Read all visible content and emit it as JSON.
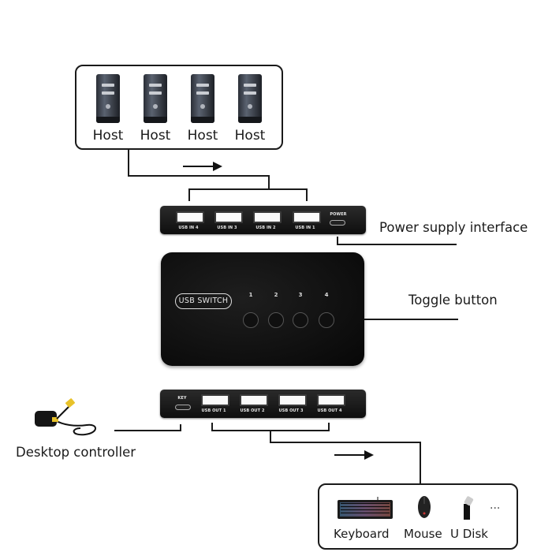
{
  "hosts": {
    "items": [
      {
        "label": "Host",
        "icon": "pc-tower-icon"
      },
      {
        "label": "Host",
        "icon": "pc-tower-icon"
      },
      {
        "label": "Host",
        "icon": "pc-tower-icon"
      },
      {
        "label": "Host",
        "icon": "pc-tower-icon"
      }
    ]
  },
  "input_panel": {
    "ports": [
      "USB IN 4",
      "USB IN 3",
      "USB IN 2",
      "USB IN 1"
    ],
    "power_label": "POWER"
  },
  "main_unit": {
    "badge": "USB SWITCH",
    "buttons": [
      "1",
      "2",
      "3",
      "4"
    ]
  },
  "output_panel": {
    "key_label": "KEY",
    "ports": [
      "USB OUT 1",
      "USB OUT 2",
      "USB OUT 3",
      "USB OUT 4"
    ]
  },
  "callouts": {
    "power": "Power supply interface",
    "toggle": "Toggle button",
    "controller": "Desktop controller"
  },
  "devices": {
    "items": [
      {
        "label": "Keyboard",
        "icon": "keyboard-icon"
      },
      {
        "label": "Mouse",
        "icon": "mouse-icon"
      },
      {
        "label": "U Disk",
        "icon": "usb-drive-icon"
      }
    ],
    "more": "..."
  },
  "colors": {
    "device_body": "#0e0e0e",
    "line": "#1a1a1a",
    "controller_accent": "#e8c22a"
  }
}
